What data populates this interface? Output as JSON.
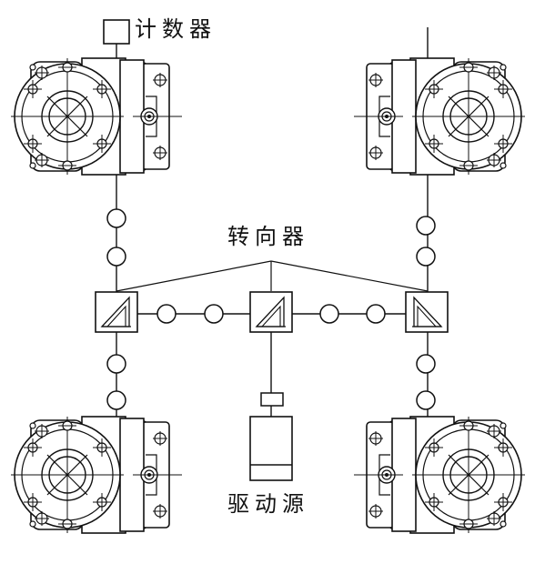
{
  "labels": {
    "counter": "计数器",
    "diverter": "转向器",
    "drive_source": "驱动源"
  },
  "units": {
    "top_left": "screw-jack-top-left",
    "top_right": "screw-jack-top-right",
    "bottom_left": "screw-jack-bottom-left",
    "bottom_right": "screw-jack-bottom-right"
  },
  "colors": {
    "stroke": "#111111",
    "background": "#ffffff"
  }
}
